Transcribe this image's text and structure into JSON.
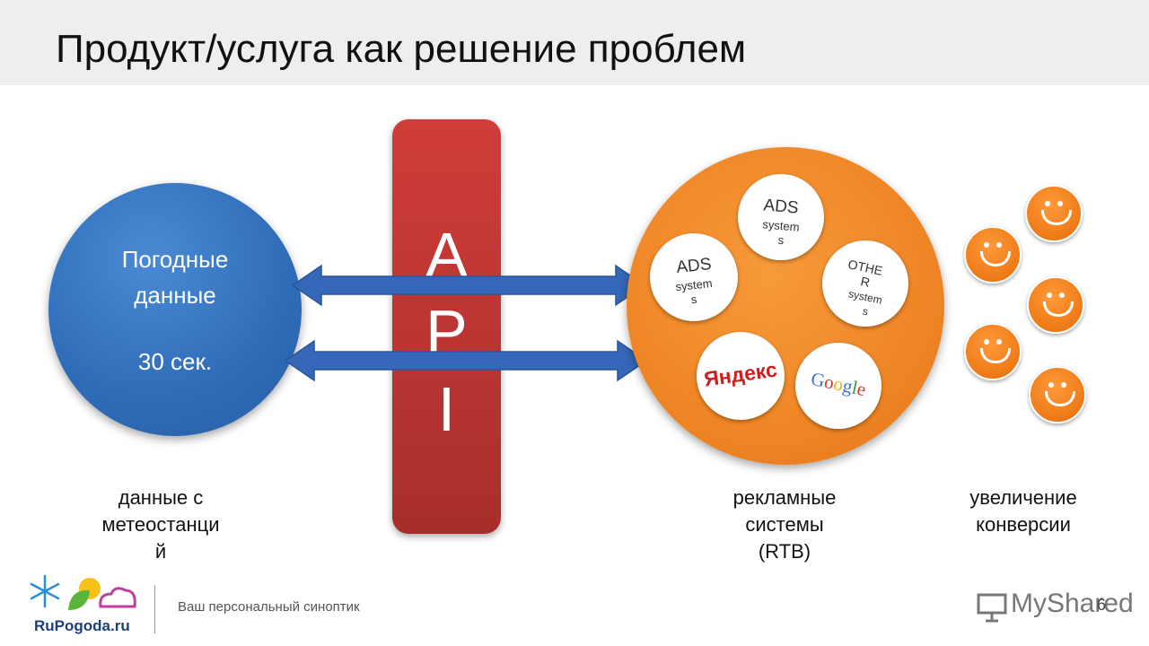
{
  "slide": {
    "title": "Продукт/услуга как решение проблем"
  },
  "weather_circle": {
    "line1": "Погодные",
    "line2": "данные",
    "interval": "30 сек."
  },
  "api": {
    "letters": [
      "A",
      "P",
      "I"
    ]
  },
  "ad_systems": {
    "ads_top_title": "ADS",
    "ads_top_sub1": "system",
    "ads_top_sub2": "s",
    "ads_left_title": "ADS",
    "ads_left_sub1": "system",
    "ads_left_sub2": "s",
    "other_title1": "OTHE",
    "other_title2": "R",
    "other_sub1": "system",
    "other_sub2": "s",
    "yandex_label": "Яндекс",
    "google_letters": [
      "G",
      "o",
      "o",
      "g",
      "l",
      "e"
    ]
  },
  "captions": {
    "left_line1": "данные с",
    "left_line2": "метеостанци",
    "left_line3": "й",
    "middle_line1": "рекламные",
    "middle_line2": "системы",
    "middle_line3": "(RTB)",
    "right_line1": "увеличение",
    "right_line2": "конверсии"
  },
  "footer": {
    "logo_name": "RuPogoda.ru",
    "tagline": "Ваш персональный синоптик",
    "watermark": "MyShared",
    "page_number": "6"
  },
  "colors": {
    "blue": "#2f6cb8",
    "api_red": "#c53a37",
    "orange": "#ee8424",
    "arrow_blue": "#3568b8",
    "google_blue": "#3c6fd8",
    "google_red": "#d43b2f",
    "google_yellow": "#e8b419",
    "google_green": "#2f9a3d",
    "yandex_red": "#cc1f1f"
  },
  "icons": [
    "double-arrow-icon",
    "smiley-icon",
    "snowflake-icon",
    "sun-icon",
    "cloud-icon",
    "leaf-icon",
    "presentation-board-icon"
  ]
}
